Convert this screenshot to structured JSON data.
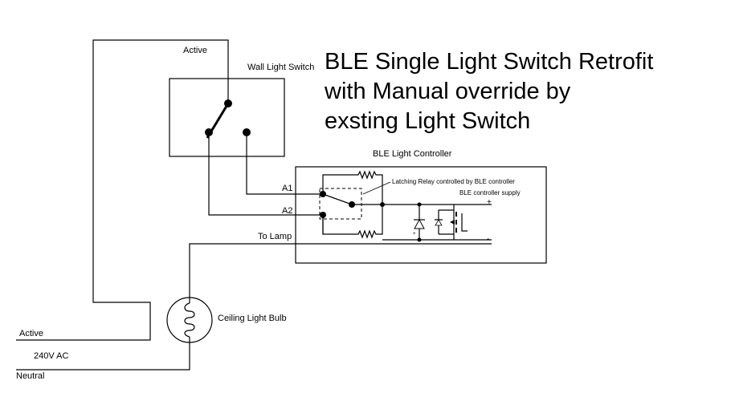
{
  "title": {
    "line1": "BLE Single Light Switch Retrofit",
    "line2": "with Manual override by",
    "line3": "exsting Light Switch"
  },
  "labels": {
    "active_top": "Active",
    "wall_switch": "Wall Light Switch",
    "ble_controller": "BLE Light Controller",
    "relay_note": "Latching Relay controlled by BLE controller",
    "supply": "BLE controller supply",
    "terminal_a1": "A1",
    "terminal_a2": "A2",
    "to_lamp": "To Lamp",
    "plus": "+",
    "minus": "-",
    "bulb": "Ceiling Light Bulb",
    "active_bottom": "Active",
    "voltage": "240V AC",
    "neutral": "Neutral"
  }
}
